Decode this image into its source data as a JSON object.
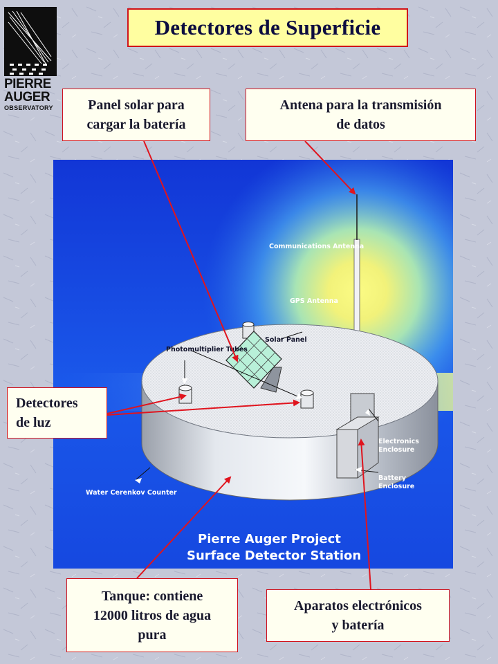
{
  "title": "Detectores de Superficie",
  "logo": {
    "line1": "PIERRE",
    "line2": "AUGER",
    "line3": "OBSERVATORY"
  },
  "callouts": {
    "solar_panel": "Panel solar para\ncargar la batería",
    "antenna": "Antena para la transmisión\nde datos",
    "light_detectors": "Detectores\nde luz",
    "tank": "Tanque: contiene\n12000 litros de agua\npura",
    "electronics": "Aparatos electrónicos\ny batería"
  },
  "diagram": {
    "communications_antenna": "Communications Antenna",
    "gps_antenna": "GPS Antenna",
    "solar_panel": "Solar Panel",
    "photomultiplier_tubes": "Photomultiplier Tubes",
    "electronics_enclosure_1": "Electronics",
    "electronics_enclosure_2": "Enclosure",
    "battery_enclosure_1": "Battery",
    "battery_enclosure_2": "Enclosure",
    "water_cerenkov_counter": "Water Cerenkov Counter",
    "station_title_1": "Pierre Auger Project",
    "station_title_2": "Surface Detector Station"
  },
  "colors": {
    "callout_border": "#d0121b",
    "arrow": "#e0141e",
    "title_bg": "#fffea0",
    "sky_top": "#1238d8",
    "glow": "#f6f47a"
  }
}
